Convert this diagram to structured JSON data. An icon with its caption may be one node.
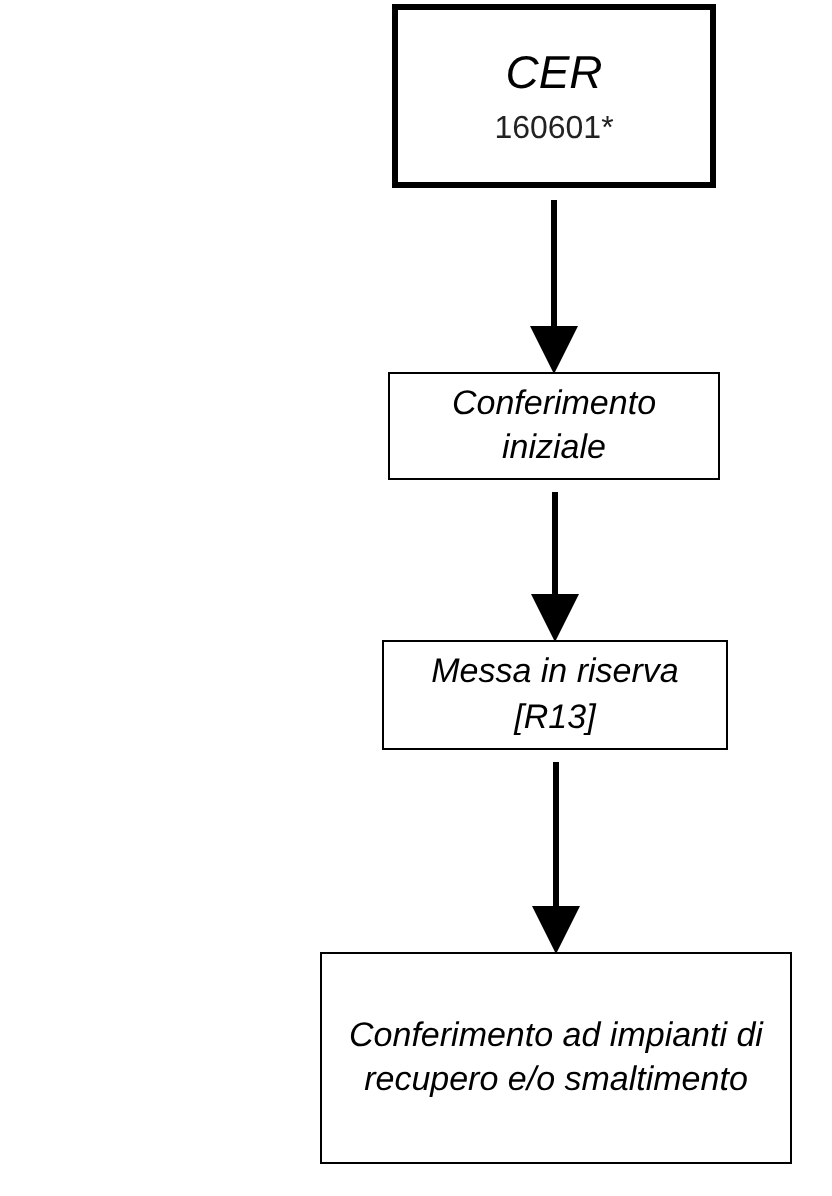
{
  "diagram": {
    "nodes": [
      {
        "text": [
          "CER",
          "160601*"
        ]
      },
      {
        "text": [
          "Conferimento iniziale"
        ]
      },
      {
        "text": [
          "Messa in riserva [R13]"
        ]
      },
      {
        "text": [
          "Conferimento ad impianti di recupero e/o smaltimento"
        ]
      }
    ],
    "edges": [
      {
        "from": 0,
        "to": 1,
        "arrow": "to"
      },
      {
        "from": 1,
        "to": 2,
        "arrow": "to"
      },
      {
        "from": 2,
        "to": 3,
        "arrow": "to"
      }
    ]
  }
}
